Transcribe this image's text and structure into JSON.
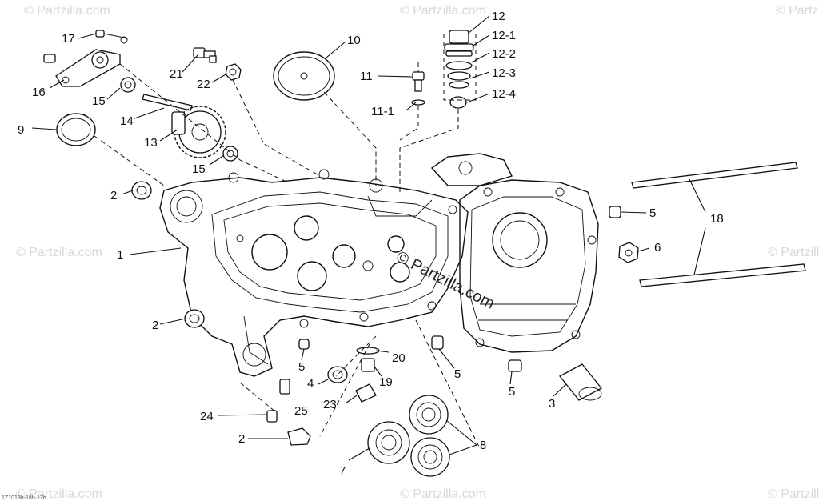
{
  "callouts": {
    "c12": "12",
    "c12_1": "12-1",
    "c12_2": "12-2",
    "c12_3": "12-3",
    "c12_4": "12-4",
    "c17": "17",
    "c16": "16",
    "c15a": "15",
    "c14": "14",
    "c13": "13",
    "c15b": "15",
    "c9": "9",
    "c21": "21",
    "c22": "22",
    "c10": "10",
    "c11": "11",
    "c11_1": "11-1",
    "c1": "1",
    "c2a": "2",
    "c2b": "2",
    "c2c": "2",
    "c5a": "5",
    "c5b": "5",
    "c5c": "5",
    "c5d": "5",
    "c6": "6",
    "c18": "18",
    "c20": "20",
    "c19": "19",
    "c4": "4",
    "c23": "23",
    "c25": "25",
    "c24": "24",
    "c3": "3",
    "c7": "7",
    "c8": "8"
  },
  "watermark": {
    "center": "© Partzilla.com",
    "repeat": "© Partzilla.com"
  },
  "diagram_code": "1Z1018h-18b-17b"
}
